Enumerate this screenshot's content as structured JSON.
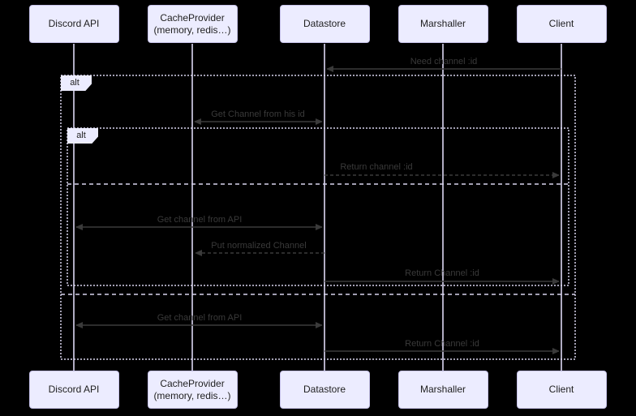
{
  "diagram": {
    "type": "sequence-diagram",
    "actors": [
      {
        "id": "discord-api",
        "name": "Discord API"
      },
      {
        "id": "cache-provider",
        "name": "CacheProvider",
        "sub": "(memory, redis…)"
      },
      {
        "id": "datastore",
        "name": "Datastore"
      },
      {
        "id": "marshaller",
        "name": "Marshaller"
      },
      {
        "id": "client",
        "name": "Client"
      }
    ],
    "fragments": [
      {
        "type": "alt",
        "label": "alt",
        "scope": "outer"
      },
      {
        "type": "alt",
        "label": "alt",
        "scope": "inner"
      }
    ],
    "messages": [
      {
        "text": "Need channel :id",
        "from": "Client",
        "to": "Datastore",
        "line": "solid",
        "arrow": "single"
      },
      {
        "text": "Get Channel from his id",
        "from": "Datastore",
        "to": "CacheProvider",
        "line": "solid",
        "arrow": "bidirectional"
      },
      {
        "text": "Return channel :id",
        "from": "Datastore",
        "to": "Client",
        "line": "dashed",
        "arrow": "single"
      },
      {
        "text": "Get channel from API",
        "from": "Datastore",
        "to": "Discord API",
        "line": "solid",
        "arrow": "bidirectional"
      },
      {
        "text": "Put normalized Channel",
        "from": "Datastore",
        "to": "CacheProvider",
        "line": "dashed",
        "arrow": "single"
      },
      {
        "text": "Return Channel :id",
        "from": "Datastore",
        "to": "Client",
        "line": "solid",
        "arrow": "single"
      },
      {
        "text": "Get channel from API",
        "from": "Datastore",
        "to": "Discord API",
        "line": "solid",
        "arrow": "bidirectional"
      },
      {
        "text": "Return Channel :id",
        "from": "Datastore",
        "to": "Client",
        "line": "solid",
        "arrow": "single"
      }
    ],
    "colors": {
      "background": "#000000",
      "actor_fill": "#ececff",
      "actor_border": "#c5c1e8",
      "actor_text": "#1f1f1f",
      "lifeline": "#cfcbe4",
      "frame_border": "#d8d4ee",
      "message": "#3a3a3a"
    }
  }
}
